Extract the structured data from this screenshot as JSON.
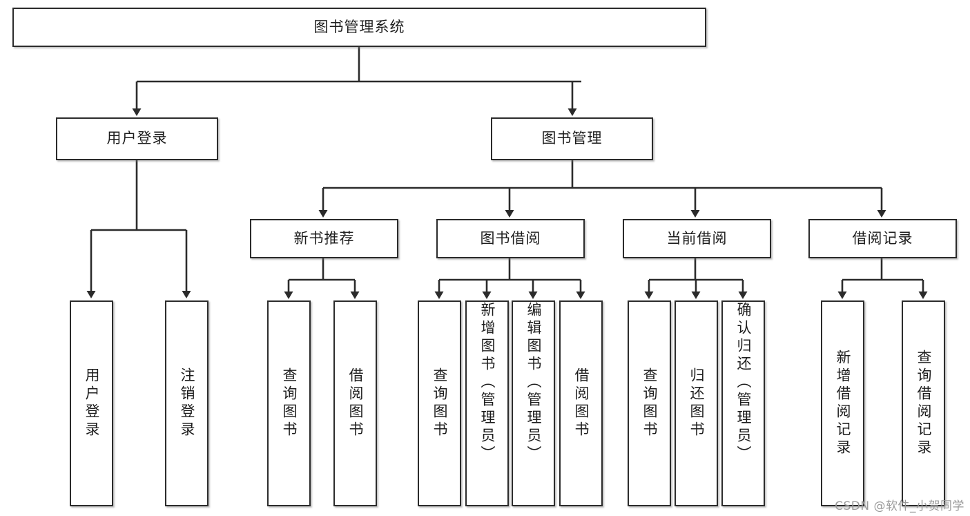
{
  "diagram": {
    "title": "图书管理系统",
    "type": "tree",
    "watermark": "CSDN @软件_小贺同学",
    "colors": {
      "box_border": "#2b2b2b",
      "box_fill": "#ffffff",
      "edge": "#2b2b2b",
      "text": "#1d1d1d",
      "watermark": "#9a9a9a",
      "background": "#ffffff"
    },
    "nodes": {
      "root": {
        "label": "图书管理系统"
      },
      "level2": [
        {
          "id": "user-login",
          "label": "用户登录"
        },
        {
          "id": "book-manage",
          "label": "图书管理"
        }
      ],
      "level3": [
        {
          "id": "new-book-recommend",
          "label": "新书推荐"
        },
        {
          "id": "book-borrow",
          "label": "图书借阅"
        },
        {
          "id": "current-borrow",
          "label": "当前借阅"
        },
        {
          "id": "borrow-record",
          "label": "借阅记录"
        }
      ],
      "leaves": [
        {
          "id": "leaf-user-login",
          "label": "用户登录",
          "parent": "user-login"
        },
        {
          "id": "leaf-user-logout",
          "label": "注销登录",
          "parent": "user-login"
        },
        {
          "id": "leaf-query-book-1",
          "label": "查询图书",
          "parent": "new-book-recommend"
        },
        {
          "id": "leaf-borrow-book-1",
          "label": "借阅图书",
          "parent": "new-book-recommend"
        },
        {
          "id": "leaf-query-book-2",
          "label": "查询图书",
          "parent": "book-borrow"
        },
        {
          "id": "leaf-add-book",
          "label": "新增图书（管理员）",
          "parent": "book-borrow"
        },
        {
          "id": "leaf-edit-book",
          "label": "编辑图书（管理员）",
          "parent": "book-borrow"
        },
        {
          "id": "leaf-borrow-book-2",
          "label": "借阅图书",
          "parent": "book-borrow"
        },
        {
          "id": "leaf-query-book-3",
          "label": "查询图书",
          "parent": "current-borrow"
        },
        {
          "id": "leaf-return-book",
          "label": "归还图书",
          "parent": "current-borrow"
        },
        {
          "id": "leaf-confirm-return",
          "label": "确认归还（管理员）",
          "parent": "current-borrow"
        },
        {
          "id": "leaf-add-record",
          "label": "新增借阅记录",
          "parent": "borrow-record"
        },
        {
          "id": "leaf-query-record",
          "label": "查询借阅记录",
          "parent": "borrow-record"
        }
      ]
    }
  }
}
